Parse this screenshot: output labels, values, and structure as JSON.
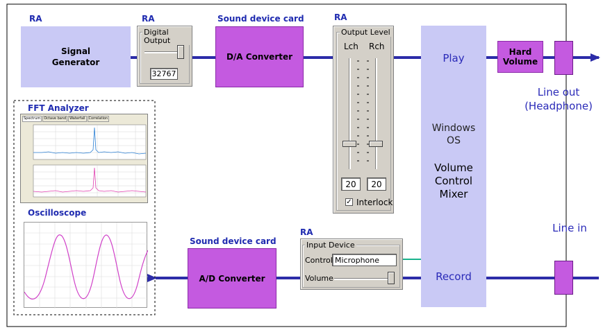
{
  "labels": {
    "ra_signal": "RA",
    "ra_digital": "RA",
    "ra_output": "RA",
    "ra_input": "RA",
    "sound_card_top": "Sound device card",
    "sound_card_bottom": "Sound device card"
  },
  "blocks": {
    "signal_generator": "Signal\nGenerator",
    "da_converter": "D/A Converter",
    "ad_converter": "A/D Converter",
    "hard_volume": "Hard\nVolume"
  },
  "digital_output": {
    "title": "Digital Output",
    "value": "32767"
  },
  "output_level": {
    "title": "Output Level",
    "lch_label": "Lch",
    "rch_label": "Rch",
    "lch_value": "20",
    "rch_value": "20",
    "interlock_label": "Interlock",
    "interlock_checked": true
  },
  "mixer": {
    "play": "Play",
    "os_line1": "Windows",
    "os_line2": "OS",
    "vc_line1": "Volume",
    "vc_line2": "Control",
    "vc_line3": "Mixer",
    "record": "Record"
  },
  "io": {
    "line_out": "Line out",
    "headphone": "(Headphone)",
    "line_in": "Line in"
  },
  "input_device": {
    "title": "Input Device",
    "control_label": "Control",
    "control_value": "Microphone",
    "volume_label": "Volume"
  },
  "analyzers": {
    "fft_title": "FFT Analyzer",
    "fft_tabs": [
      "Spectrum",
      "Octave band",
      "Waterfall",
      "Correlation"
    ],
    "osc_title": "Oscilloscope"
  },
  "colors": {
    "wire": "#2c2ca8",
    "light_block": "#c9c9f5",
    "purple_block": "#c45ae0",
    "connector": "#19b38c",
    "fft_ch1": "#2a7fd4",
    "fft_ch2": "#e040b0",
    "osc_trace": "#d040c8"
  }
}
